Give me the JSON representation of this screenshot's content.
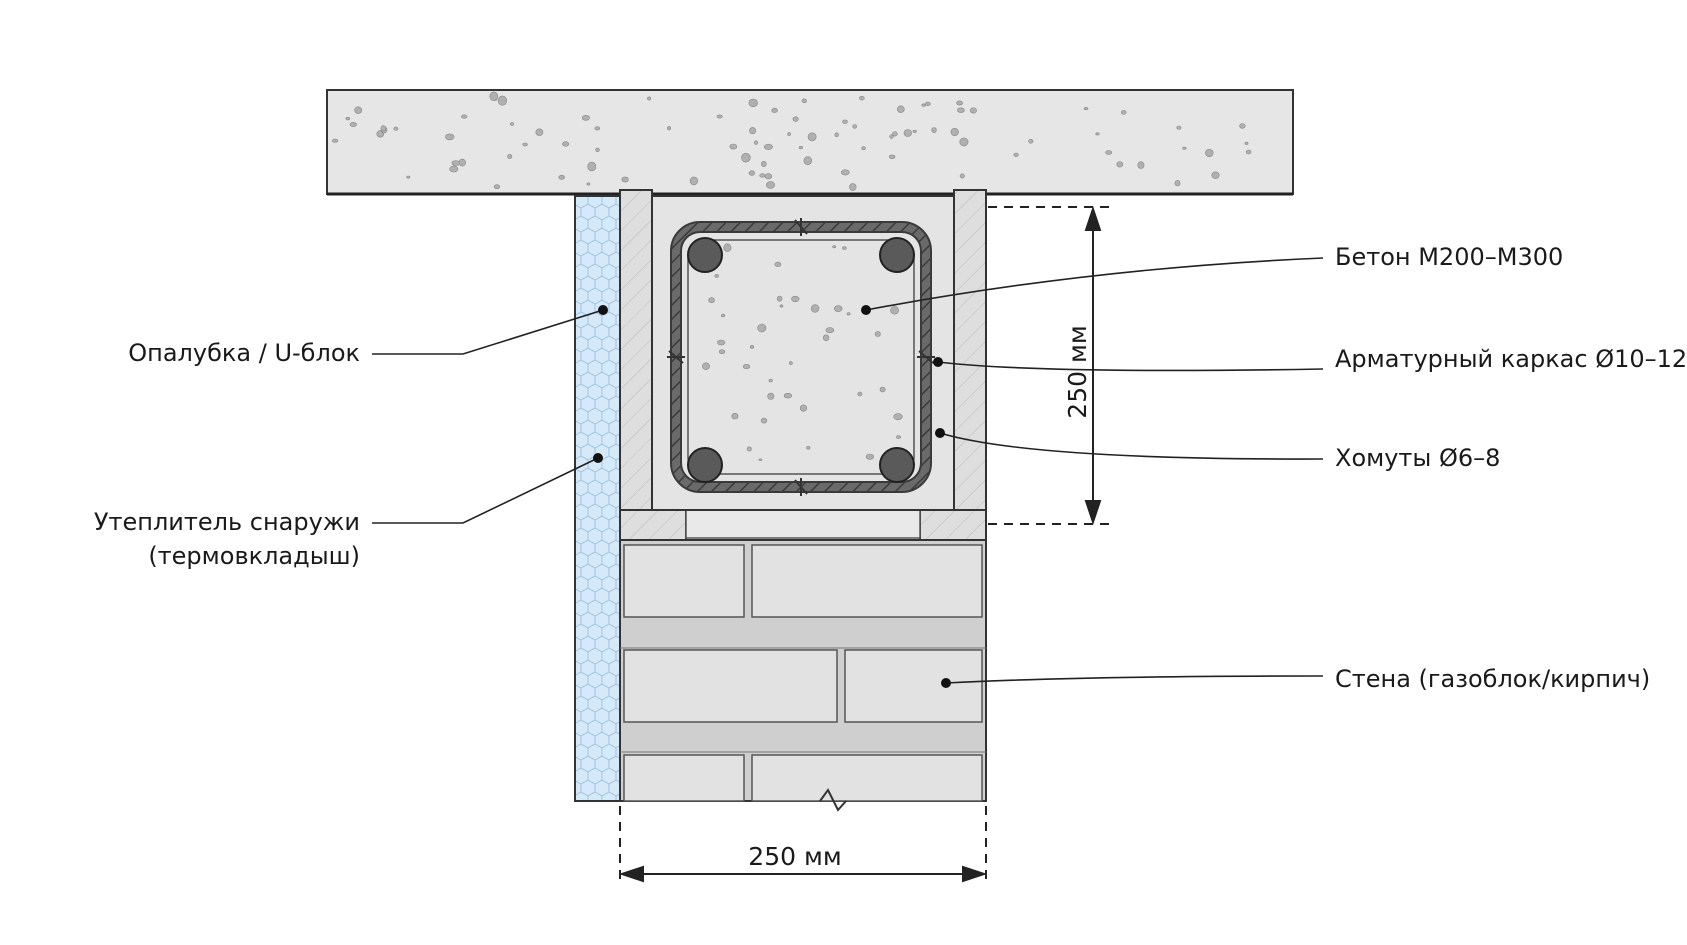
{
  "labels": {
    "formwork": "Опалубка / U-блок",
    "insulation_line1": "Утеплитель снаружи",
    "insulation_line2": "(термовкладыш)",
    "concrete": "Бетон М200–М300",
    "rebar": "Арматурный каркас Ø10–12",
    "stirrups": "Хомуты Ø6–8",
    "wall": "Стена (газоблок/кирпич)"
  },
  "dimensions": {
    "height": "250 мм",
    "width": "250 мм"
  },
  "colors": {
    "concrete": "#e6e6e6",
    "insulation": "#d6e9f8",
    "formwork": "#dedede",
    "block": "#e2e2e2",
    "rebar": "#5a5a5a",
    "line": "#1a1a1a"
  }
}
